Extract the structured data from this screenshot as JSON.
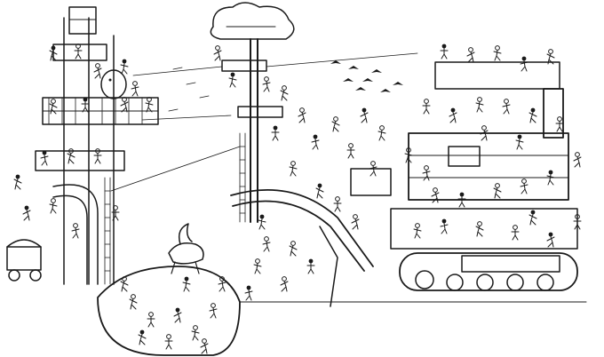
{
  "scene": {
    "style": "black-and-white line illustration",
    "colors": {
      "ink": "#1a1a1a",
      "paper": "#ffffff"
    },
    "elements": [
      "treehouse-tower",
      "cloud-tree-top",
      "central-tree",
      "zipline-cables",
      "slide-ramp",
      "pit-bowl",
      "pegasus",
      "cart-left",
      "bird-flock",
      "steam-machine",
      "tank-treads",
      "crowd-figures"
    ]
  }
}
